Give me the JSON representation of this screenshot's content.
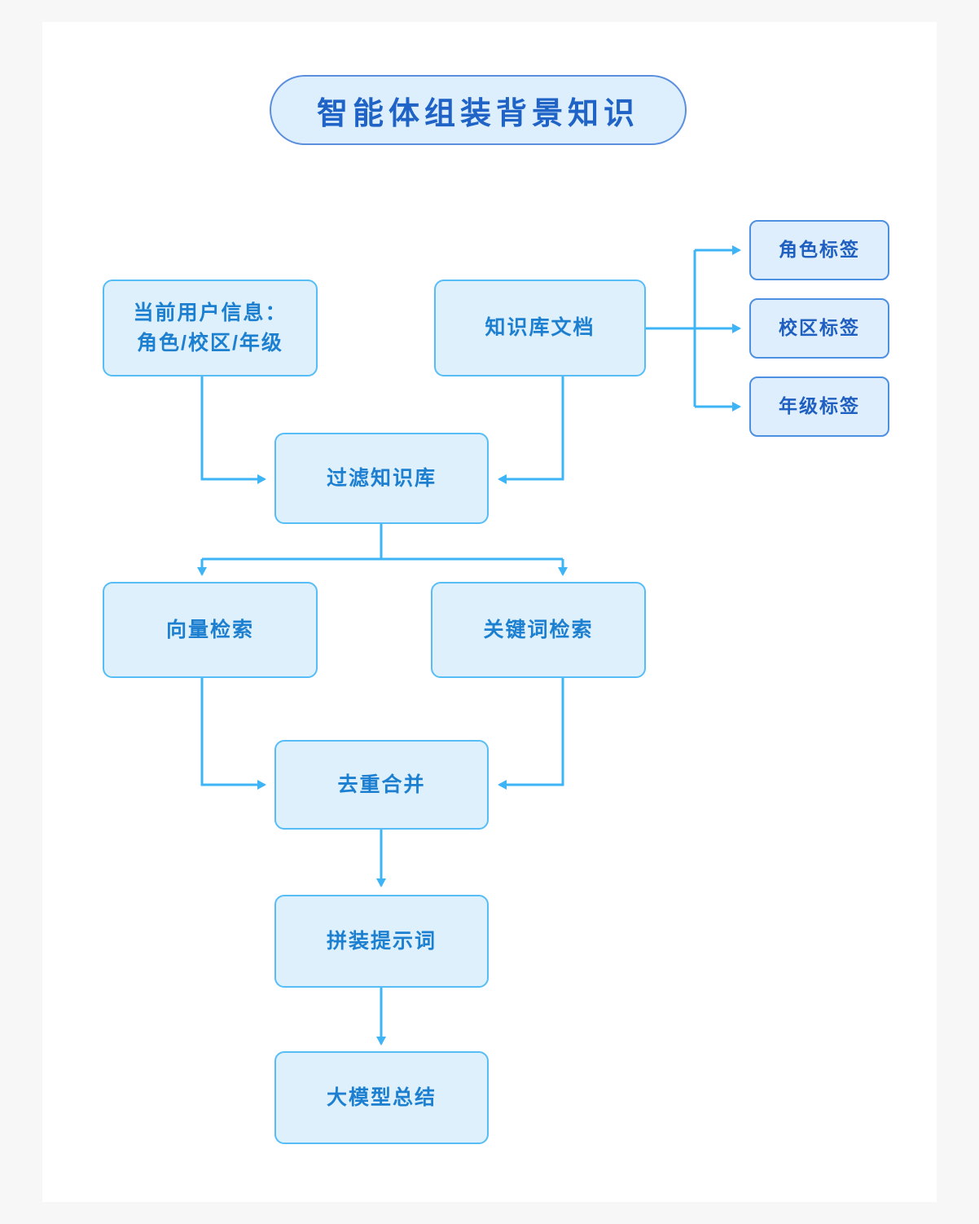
{
  "page": {
    "background": "#f7f7f8",
    "canvas_background": "#ffffff",
    "accent": "#3cb4f5",
    "node_fill": "#ddf0fc",
    "node_border": "#56bdf7",
    "node_text": "#1d7fd0",
    "tag_fill": "#dfeefc",
    "tag_border": "#4d8fe0",
    "tag_text": "#1f5fc0",
    "title_text": "#1f63c6"
  },
  "title": {
    "label": "智能体组装背景知识"
  },
  "nodes": {
    "user_info": {
      "line1": "当前用户信息：",
      "line2": "角色/校区/年级"
    },
    "kb_doc": {
      "label": "知识库文档"
    },
    "tag_role": {
      "label": "角色标签"
    },
    "tag_campus": {
      "label": "校区标签"
    },
    "tag_grade": {
      "label": "年级标签"
    },
    "filter_kb": {
      "label": "过滤知识库"
    },
    "vector_search": {
      "label": "向量检索"
    },
    "keyword_search": {
      "label": "关键词检索"
    },
    "dedup_merge": {
      "label": "去重合并"
    },
    "assemble_prompt": {
      "label": "拼装提示词"
    },
    "llm_summary": {
      "label": "大模型总结"
    }
  },
  "chart_data": {
    "type": "diagram",
    "title": "智能体组装背景知识",
    "nodes": [
      {
        "id": "user_info",
        "label": "当前用户信息：角色/校区/年级"
      },
      {
        "id": "kb_doc",
        "label": "知识库文档"
      },
      {
        "id": "tag_role",
        "label": "角色标签"
      },
      {
        "id": "tag_campus",
        "label": "校区标签"
      },
      {
        "id": "tag_grade",
        "label": "年级标签"
      },
      {
        "id": "filter_kb",
        "label": "过滤知识库"
      },
      {
        "id": "vector_search",
        "label": "向量检索"
      },
      {
        "id": "keyword_search",
        "label": "关键词检索"
      },
      {
        "id": "dedup_merge",
        "label": "去重合并"
      },
      {
        "id": "assemble_prompt",
        "label": "拼装提示词"
      },
      {
        "id": "llm_summary",
        "label": "大模型总结"
      }
    ],
    "edges": [
      {
        "from": "kb_doc",
        "to": "tag_role"
      },
      {
        "from": "kb_doc",
        "to": "tag_campus"
      },
      {
        "from": "kb_doc",
        "to": "tag_grade"
      },
      {
        "from": "user_info",
        "to": "filter_kb"
      },
      {
        "from": "kb_doc",
        "to": "filter_kb"
      },
      {
        "from": "filter_kb",
        "to": "vector_search"
      },
      {
        "from": "filter_kb",
        "to": "keyword_search"
      },
      {
        "from": "vector_search",
        "to": "dedup_merge"
      },
      {
        "from": "keyword_search",
        "to": "dedup_merge"
      },
      {
        "from": "dedup_merge",
        "to": "assemble_prompt"
      },
      {
        "from": "assemble_prompt",
        "to": "llm_summary"
      }
    ]
  }
}
